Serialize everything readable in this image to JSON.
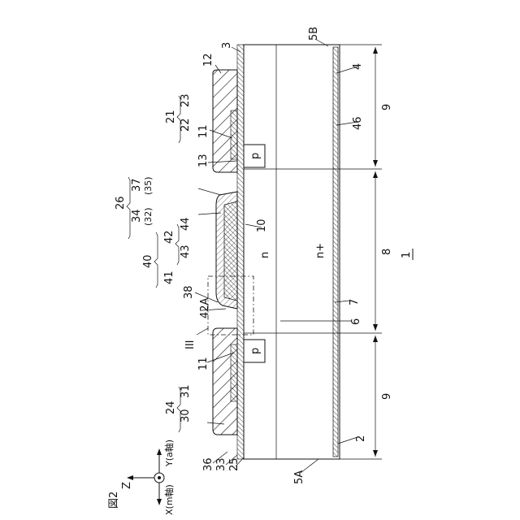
{
  "figure_label": "図2",
  "axes": {
    "x_label": "X(m軸)",
    "y_label": "Y(a軸)",
    "z_label": "Z"
  },
  "device_label": "1",
  "section_marker": "III",
  "region_labels": {
    "left_region": "9",
    "middle_region": "8",
    "right_region": "9",
    "n_layer": "n",
    "n_plus": "n+",
    "p_left": "p",
    "p_right": "p"
  },
  "bracket_labels": {
    "b21": "21",
    "b23": "23",
    "b22": "22",
    "b24": "24",
    "b31": "31",
    "b30": "30",
    "b26": "26",
    "b37": "37",
    "b35": "(35)",
    "b34": "34",
    "b32": "(32)",
    "b40": "40",
    "b42": "42",
    "b44": "44",
    "b43": "43",
    "b41": "41"
  },
  "ref_labels": {
    "r3": "3",
    "r5b": "5B",
    "r12": "12",
    "r4": "4",
    "r46": "46",
    "r11a": "11",
    "r13": "13",
    "r10": "10",
    "r38": "38",
    "r42a": "42A",
    "r6": "6",
    "r7": "7",
    "r11b": "11",
    "r36": "36",
    "r33": "33",
    "r25": "25",
    "r5a": "5A",
    "r2": "2"
  },
  "colors": {
    "ink": "#111111",
    "paper": "#ffffff"
  }
}
